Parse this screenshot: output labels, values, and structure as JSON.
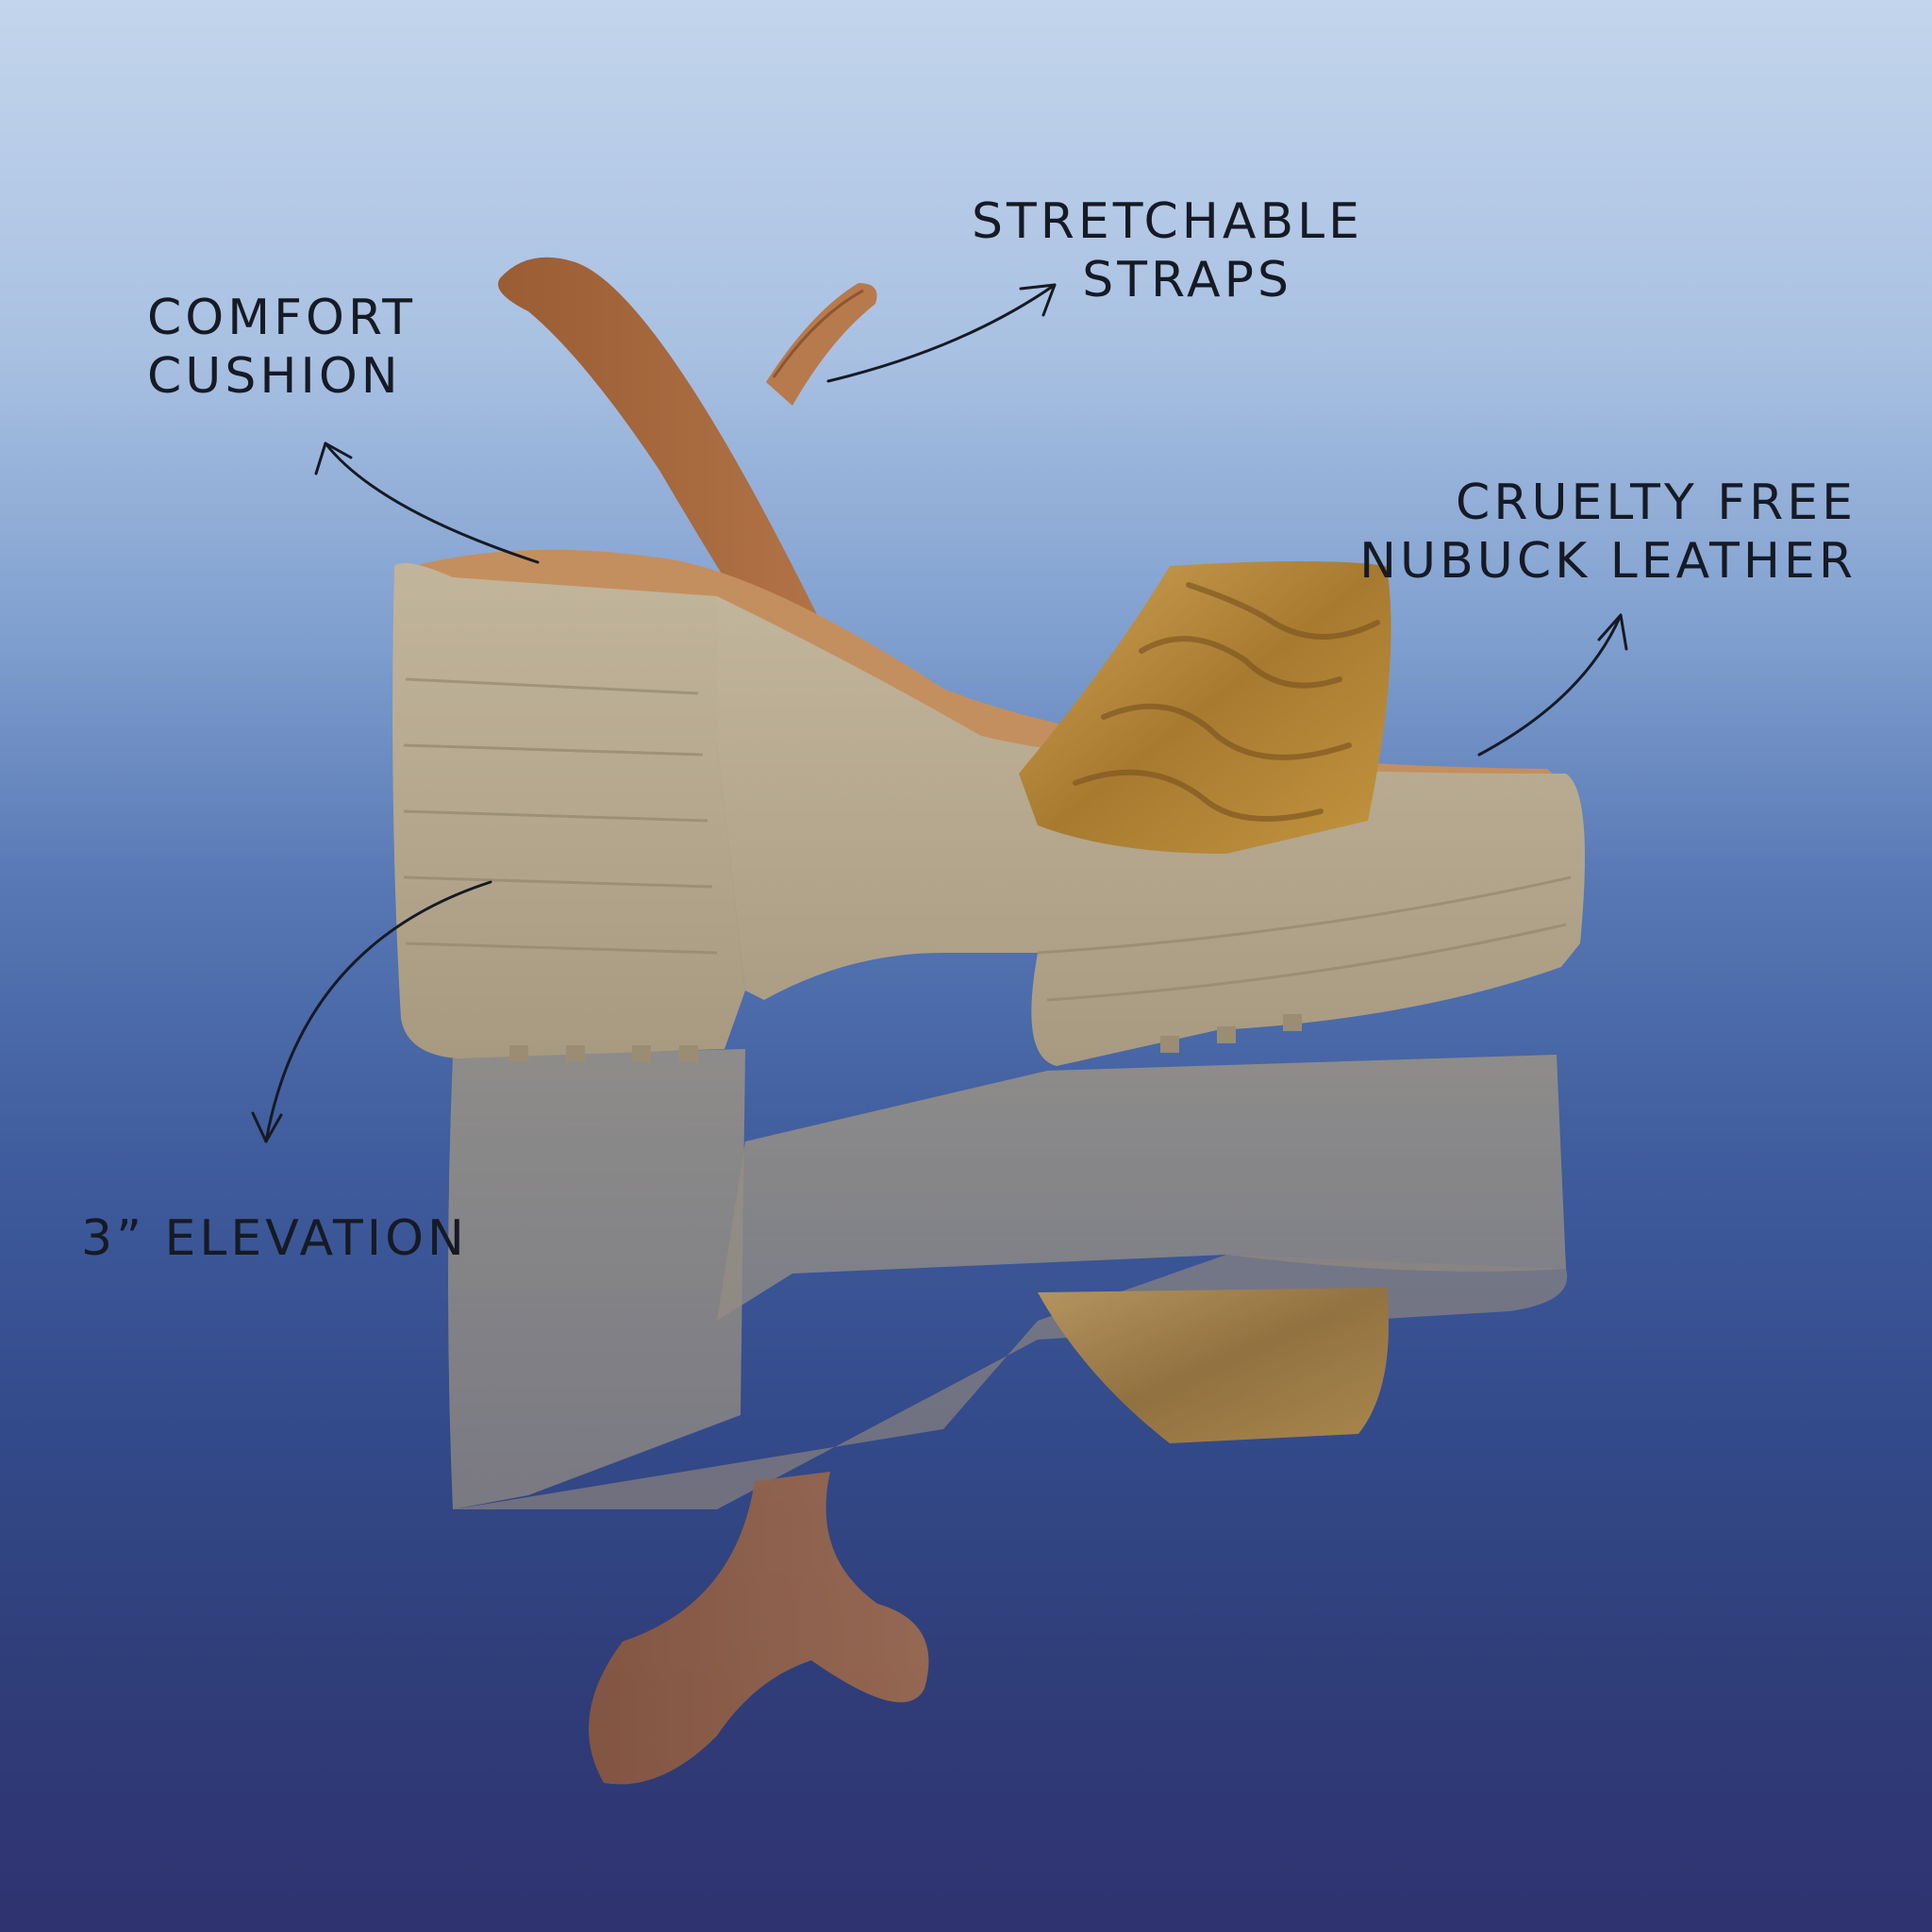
{
  "features": {
    "comfort": {
      "line1": "COMFORT",
      "line2": "CUSHION"
    },
    "straps": {
      "line1": "STRETCHABLE",
      "line2": "STRAPS"
    },
    "leather": {
      "line1": "CRUELTY FREE",
      "line2": "NUBUCK LEATHER"
    },
    "elevation": {
      "line1": "3” ELEVATION"
    }
  },
  "colors": {
    "background_top": "#c3d5ec",
    "background_bottom": "#2f3370",
    "sole": "#b3a68d",
    "strap": "#a8683e",
    "upper_gold": "#b98a3c",
    "text": "#161a24"
  }
}
